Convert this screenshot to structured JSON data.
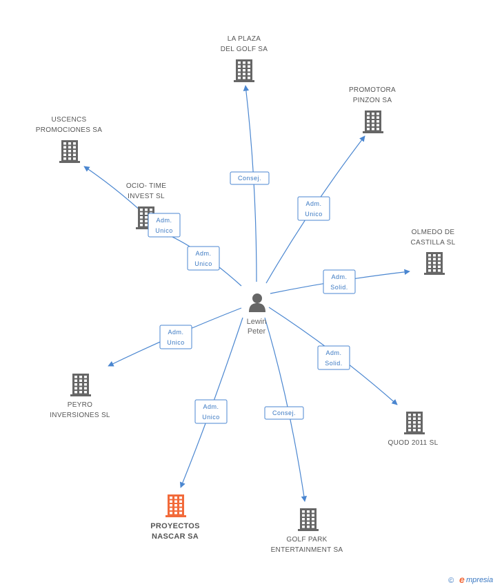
{
  "center": {
    "name_line1": "Lewin",
    "name_line2": "Peter"
  },
  "nodes": [
    {
      "id": "laplaza",
      "line1": "LA PLAZA",
      "line2": "DEL GOLF SA",
      "highlight": false
    },
    {
      "id": "promotora",
      "line1": "PROMOTORA",
      "line2": "PINZON SA",
      "highlight": false
    },
    {
      "id": "uscencs",
      "line1": "USCENCS",
      "line2": "PROMOCIONES SA",
      "highlight": false
    },
    {
      "id": "ocio",
      "line1": "OCIO- TIME",
      "line2": "INVEST  SL",
      "highlight": false
    },
    {
      "id": "olmedo",
      "line1": "OLMEDO DE",
      "line2": "CASTILLA SL",
      "highlight": false
    },
    {
      "id": "peyro",
      "line1": "PEYRO",
      "line2": "INVERSIONES SL",
      "highlight": false
    },
    {
      "id": "quod",
      "line1": "QUOD 2011 SL",
      "line2": "",
      "highlight": false
    },
    {
      "id": "proyectos",
      "line1": "PROYECTOS",
      "line2": "NASCAR SA",
      "highlight": true
    },
    {
      "id": "golfpark",
      "line1": "GOLF PARK",
      "line2": "ENTERTAINMENT SA",
      "highlight": false
    }
  ],
  "edges": [
    {
      "to": "laplaza",
      "line1": "Consej.",
      "line2": ""
    },
    {
      "to": "promotora",
      "line1": "Adm.",
      "line2": "Unico"
    },
    {
      "to": "uscencs",
      "line1": "Adm.",
      "line2": "Unico"
    },
    {
      "to": "ocio",
      "line1": "Adm.",
      "line2": "Unico"
    },
    {
      "to": "olmedo",
      "line1": "Adm.",
      "line2": "Solid."
    },
    {
      "to": "peyro",
      "line1": "Adm.",
      "line2": "Unico"
    },
    {
      "to": "quod",
      "line1": "Adm.",
      "line2": "Solid."
    },
    {
      "to": "proyectos",
      "line1": "Adm.",
      "line2": "Unico"
    },
    {
      "to": "golfpark",
      "line1": "Consej.",
      "line2": ""
    }
  ],
  "colors": {
    "edge": "#4a86d0",
    "building": "#666666",
    "building_highlight": "#f26a3a",
    "person": "#666666"
  },
  "footer": {
    "copyright": "©",
    "brand_initial": "e",
    "brand_rest": "mpresia"
  }
}
